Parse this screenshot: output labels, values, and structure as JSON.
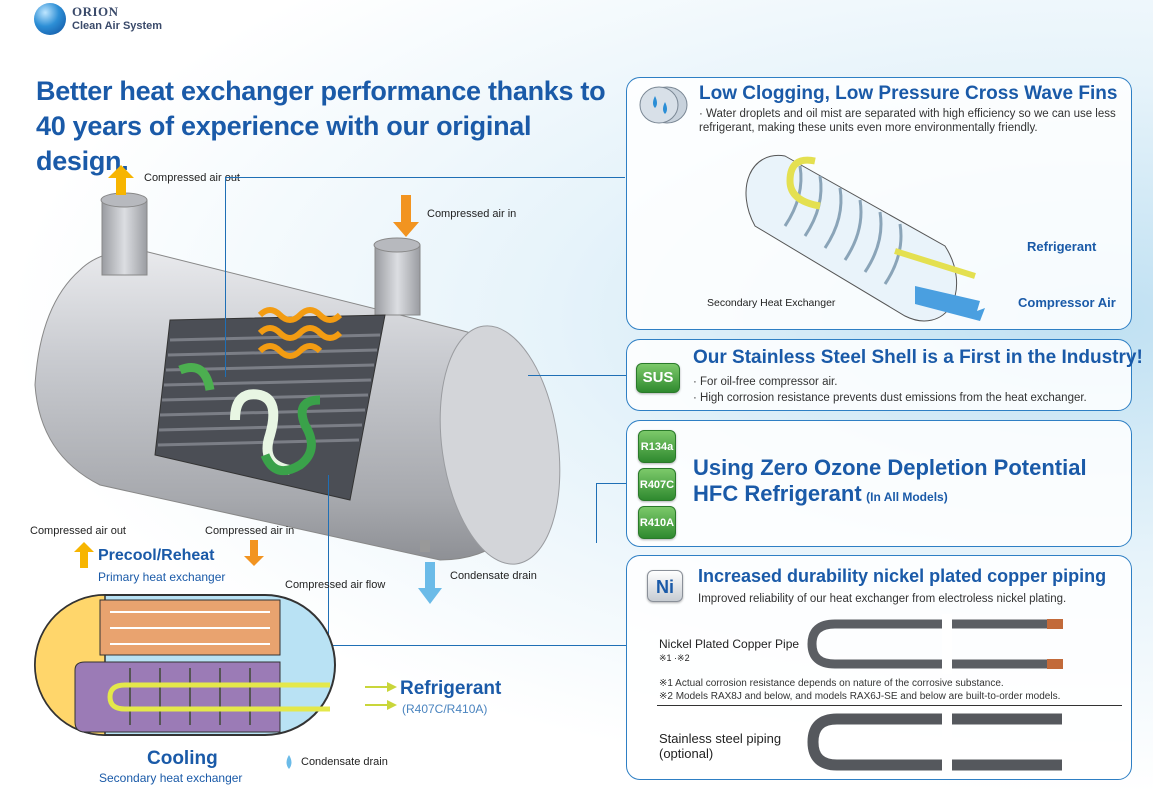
{
  "brand": {
    "name": "ORION",
    "tagline": "Clean Air System"
  },
  "headline": "Better heat exchanger performance thanks to 40 years of experience with our original design.",
  "main_diagram": {
    "compressed_air_out": "Compressed air out",
    "compressed_air_in": "Compressed air in",
    "condensate_drain": "Condensate drain"
  },
  "section_diagram": {
    "compressed_air_out": "Compressed air out",
    "compressed_air_in": "Compressed air in",
    "precool_reheat": "Precool/Reheat",
    "primary_heat_exchanger": "Primary heat exchanger",
    "compressed_air_flow": "Compressed air flow",
    "refrigerant": "Refrigerant",
    "refrigerant_types": "(R407C/R410A)",
    "cooling": "Cooling",
    "secondary_heat_exchanger": "Secondary heat exchanger",
    "condensate_drain": "Condensate drain"
  },
  "panels": {
    "fins": {
      "title": "Low Clogging, Low Pressure Cross Wave Fins",
      "text": "· Water droplets and oil mist are separated with high efficiency so we can use less refrigerant, making these units even more environmentally friendly.",
      "refrigerant": "Refrigerant",
      "compressor_air": "Compressor Air",
      "secondary_label": "Secondary Heat Exchanger"
    },
    "shell": {
      "badge": "SUS",
      "title": "Our Stainless Steel Shell is a First in the Industry!",
      "bullet1": "· For oil-free compressor air.",
      "bullet2": "· High corrosion resistance prevents dust emissions from the heat exchanger."
    },
    "refrigerant": {
      "badges": [
        "R134a",
        "R407C",
        "R410A"
      ],
      "title_line1": "Using Zero Ozone Depletion Potential",
      "title_line2": "HFC Refrigerant",
      "title_note": "(In All Models)"
    },
    "nickel": {
      "badge": "Ni",
      "title": "Increased durability nickel plated copper piping",
      "text": "Improved reliability of our heat exchanger from electroless nickel plating.",
      "pipe_label": "Nickel Plated Copper Pipe",
      "pipe_note": "※1 ·※2",
      "note1": "※1 Actual corrosion resistance depends on nature of the corrosive substance.",
      "note2": "※2 Models RAX8J and below, and models RAX6J-SE and below are built-to-order models.",
      "stainless_label_1": "Stainless steel piping",
      "stainless_label_2": "(optional)"
    }
  },
  "colors": {
    "accent": "#1a5aa8",
    "panel_border": "#2e7fc4",
    "badge_green": "#3b9a3b",
    "arrow_orange": "#f29420",
    "arrow_yellow": "#f7b500",
    "drain_blue": "#6bbbe8"
  }
}
